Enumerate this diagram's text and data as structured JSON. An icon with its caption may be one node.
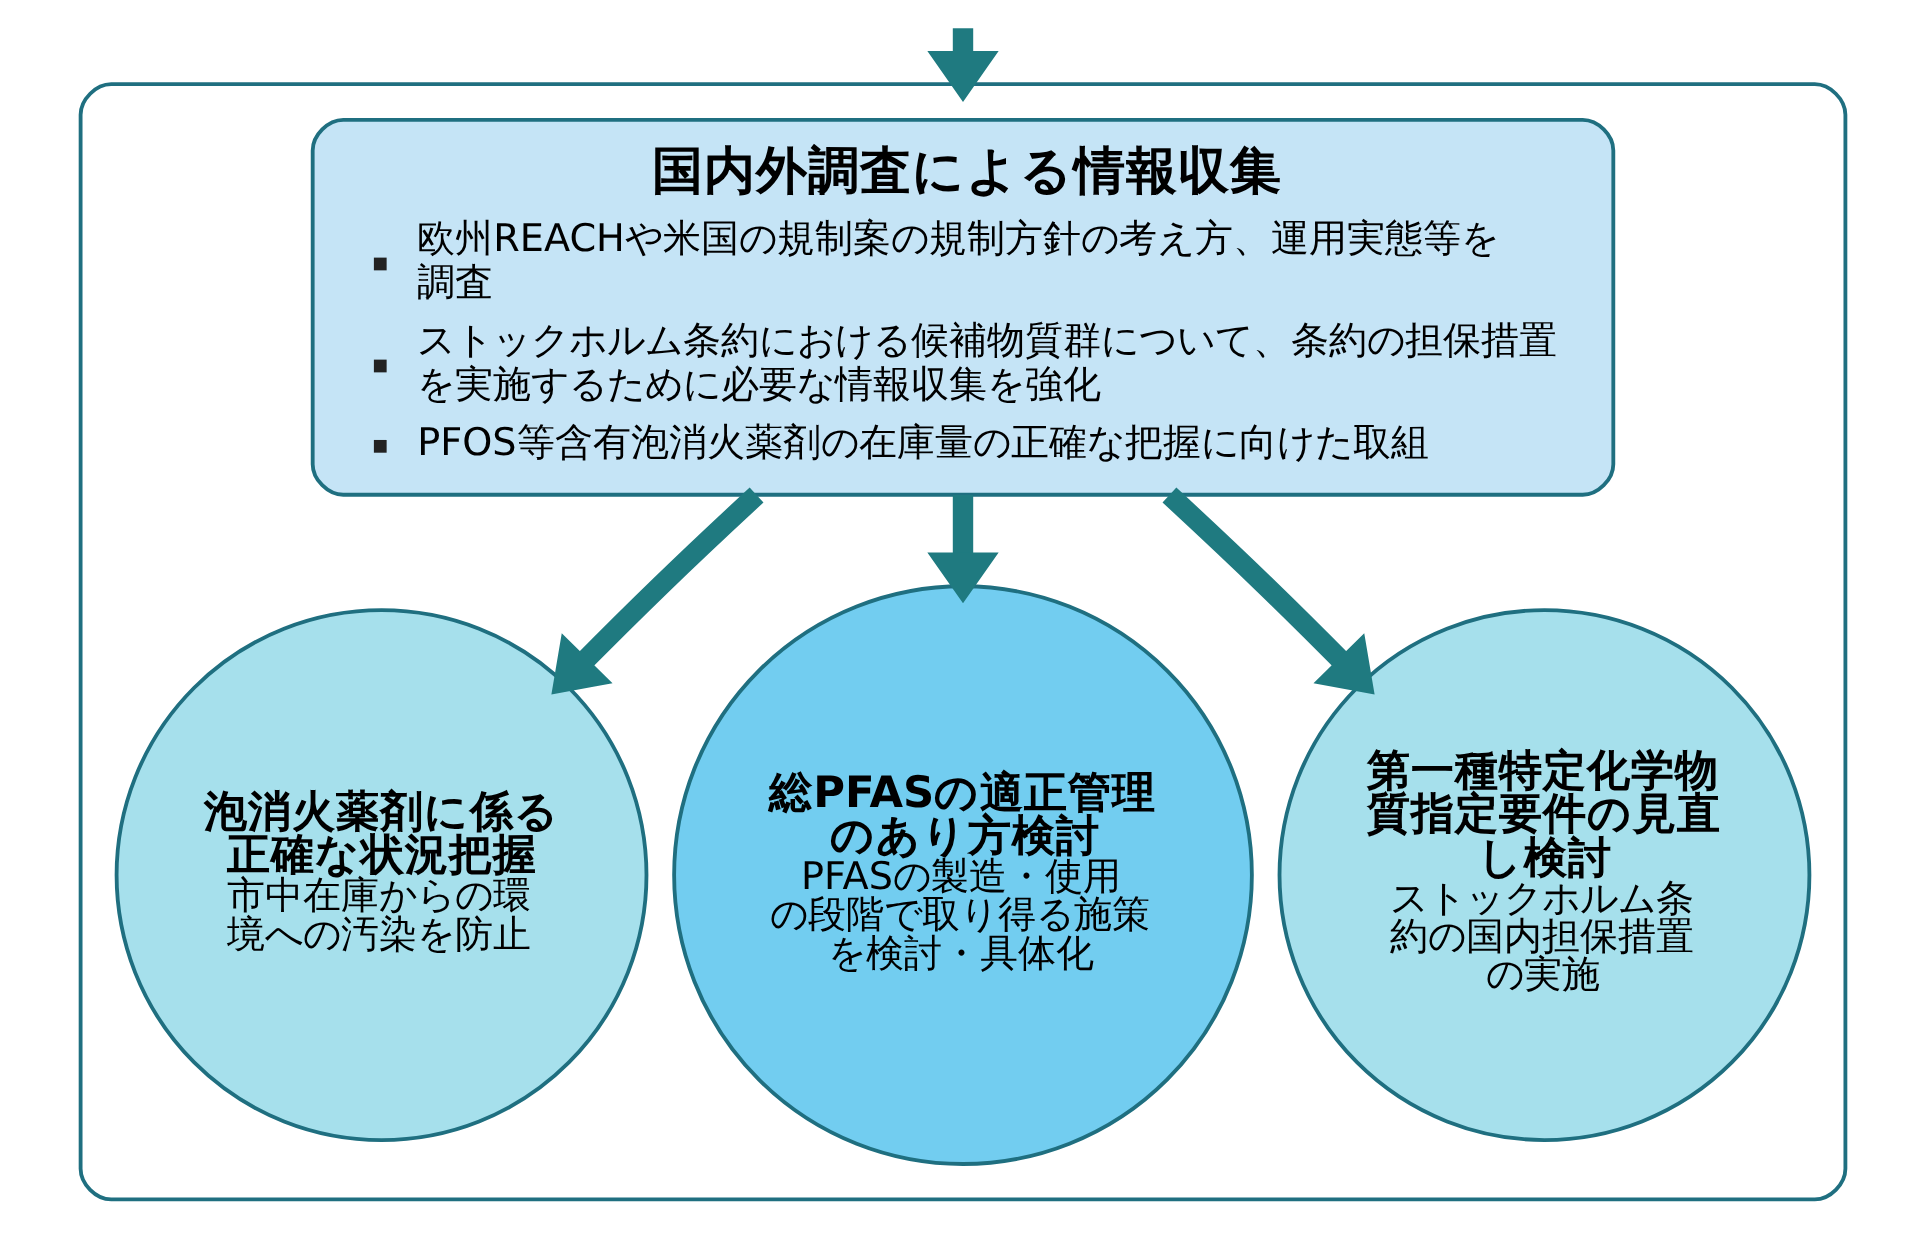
{
  "diagram": {
    "nodes": [
      {
        "text": [],
        "shape": "box"
      },
      {
        "text": [
          "国内外調査による情報収集",
          "欧州REACHや米国の規制案の規制方針の考え方、運用実態等を調査",
          "ストックホルム条約における候補物質群について、条約の担保措置を実施するために必要な情報収集を強化",
          "PFOS等含有泡消火薬剤の在庫量の正確な把握に向けた取組"
        ],
        "in": 0
      },
      {
        "text": [
          "泡消火薬剤に係る正確な状況把握",
          "市中在庫からの環境への汚染を防止"
        ],
        "in": 0
      },
      {
        "text": [
          "総PFASの適正管理のあり方検討",
          "PFASの製造・使用の段階で取り得る施策を検討・具体化"
        ],
        "in": 0
      },
      {
        "text": [
          "第一種特定化学物質指定要件の見直し検討",
          "ストックホルム条約の国内担保措置の実施"
        ],
        "in": 0
      }
    ],
    "edges": [
      {
        "from": null,
        "to": 0,
        "arrow": "to"
      },
      {
        "from": 1,
        "to": 2,
        "arrow": "to"
      },
      {
        "from": 1,
        "to": 3,
        "arrow": "to"
      },
      {
        "from": 1,
        "to": 4,
        "arrow": "to"
      }
    ]
  }
}
